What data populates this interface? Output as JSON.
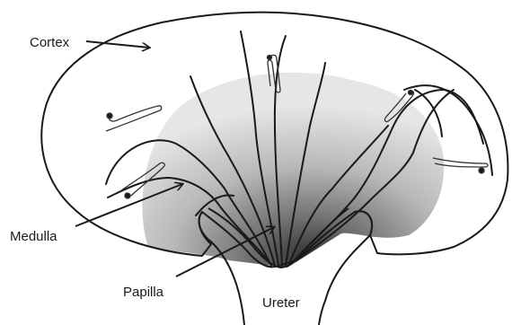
{
  "labels": {
    "cortex": "Cortex",
    "medulla": "Medulla",
    "papilla": "Papilla",
    "ureter": "Ureter"
  },
  "colors": {
    "outline": "#1a1a1a",
    "medulla_light": "#e3e3e3",
    "medulla_dark": "#2f2f2f",
    "background": "#ffffff"
  }
}
